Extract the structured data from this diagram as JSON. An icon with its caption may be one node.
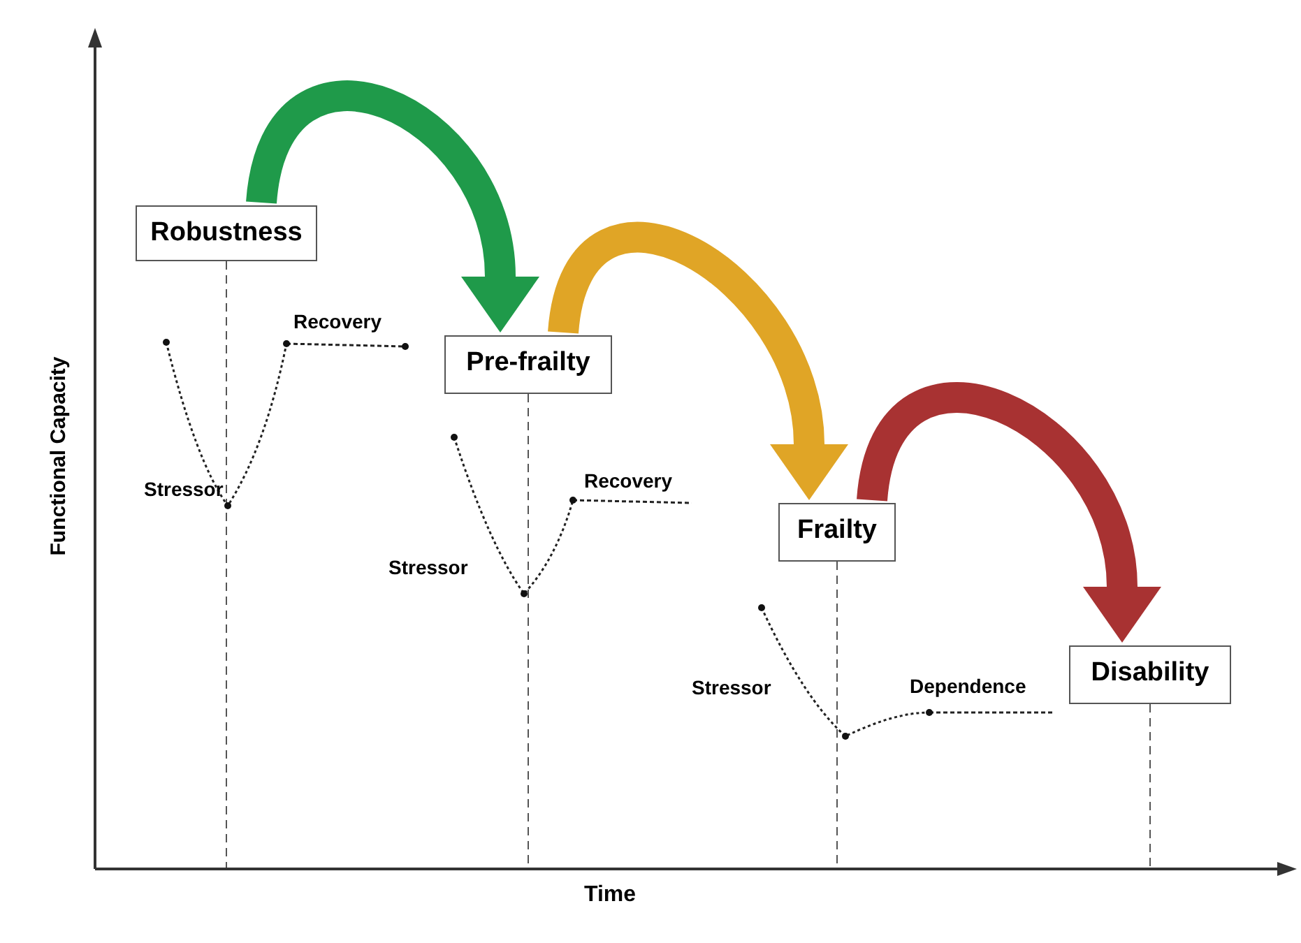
{
  "diagram": {
    "nodes": [
      {
        "text": [
          "Robustness"
        ]
      },
      {
        "text": [
          "Pre-frailty"
        ]
      },
      {
        "text": [
          "Frailty"
        ]
      },
      {
        "text": [
          "Disability"
        ]
      }
    ],
    "edges": [
      {
        "from": 0,
        "to": 1,
        "arrow": "to",
        "color": "#1f9a4a"
      },
      {
        "from": 1,
        "to": 2,
        "arrow": "to",
        "color": "#e0a526"
      },
      {
        "from": 2,
        "to": 3,
        "arrow": "to",
        "color": "#a83232"
      }
    ],
    "labels": [
      "Recovery",
      "Stressor",
      "Recovery",
      "Stressor",
      "Dependence",
      "Stressor",
      "Functional Capacity",
      "Time"
    ]
  }
}
